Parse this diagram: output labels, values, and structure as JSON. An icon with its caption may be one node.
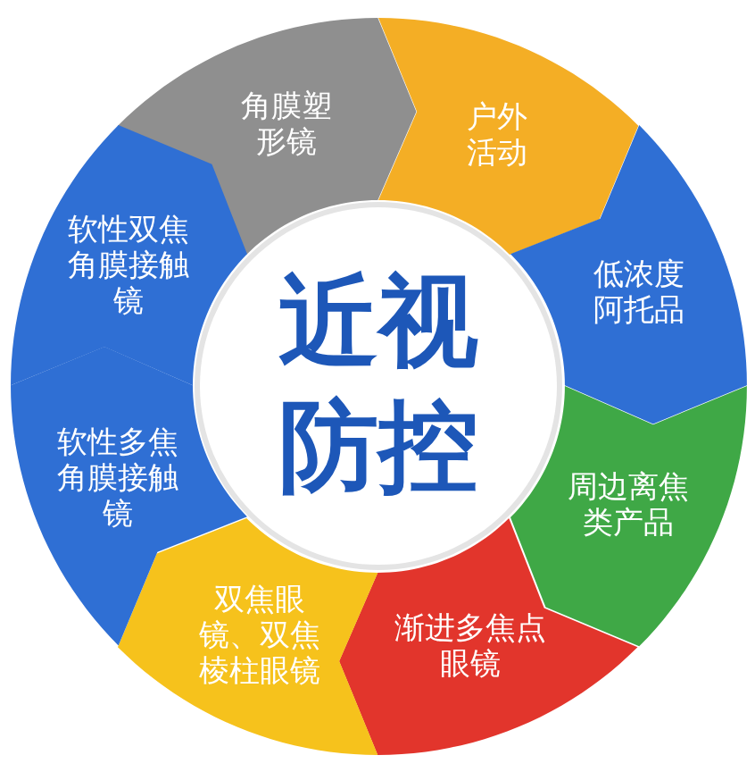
{
  "diagram": {
    "nodes": [
      {
        "text": [
          "近视防控"
        ]
      },
      {
        "text": [
          "角膜塑形镜"
        ]
      },
      {
        "text": [
          "户外活动"
        ]
      },
      {
        "text": [
          "低浓度阿托品"
        ]
      },
      {
        "text": [
          "周边离焦类产品"
        ]
      },
      {
        "text": [
          "渐进多焦点眼镜"
        ]
      },
      {
        "text": [
          "双焦眼镜、双焦棱柱眼镜"
        ]
      },
      {
        "text": [
          "软性多焦角膜接触镜"
        ]
      },
      {
        "text": [
          "软性双焦角膜接触镜"
        ]
      }
    ]
  }
}
